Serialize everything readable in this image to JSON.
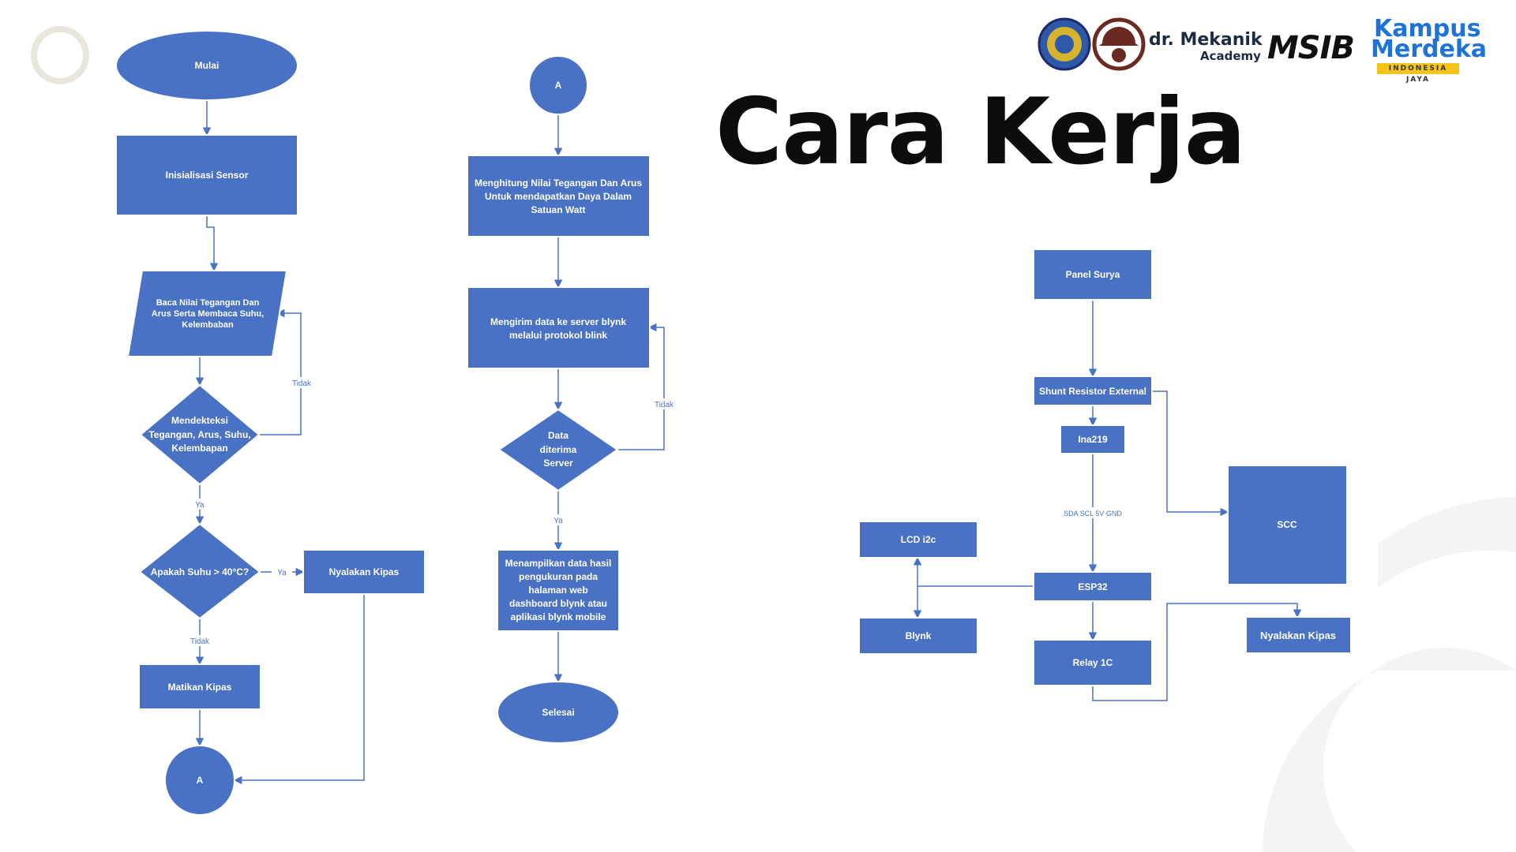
{
  "slide": {
    "title": "Cara Kerja"
  },
  "logos": {
    "dr_mekanik": "dr. Mekanik",
    "academy": "Academy",
    "msib": "MSIB",
    "kampus": "Kampus",
    "merdeka": "Merdeka",
    "indonesia_jaya": "INDONESIA JAYA"
  },
  "colors": {
    "shape_fill": "#4a72c4",
    "shape_stroke": "#ffffff",
    "connector": "#4a72c4",
    "label_text": "#ffffff",
    "edge_label": "#4a72c4",
    "deco_ring": "#e9e6db",
    "deco_arc": "#f2f2f2"
  },
  "flowchart_left": {
    "start": "Mulai",
    "init": "Inisialisasi Sensor",
    "read": [
      "Baca Nilai Tegangan Dan",
      "Arus Serta Membaca Suhu,",
      "Kelembaban"
    ],
    "detect": [
      "Mendekteksi",
      "Tegangan, Arus, Suhu,",
      "Kelembapan"
    ],
    "temp_check": "Apakah Suhu > 40°C?",
    "fan_on": "Nyalakan Kipas",
    "fan_off": "Matikan Kipas",
    "connector": "A",
    "label_no_detect": "Tidak",
    "label_yes_detect": "Ya",
    "label_yes_temp": "Ya",
    "label_no_temp": "Tidak"
  },
  "flowchart_middle": {
    "connector": "A",
    "compute": [
      "Menghitung Nilai Tegangan Dan Arus",
      "Untuk mendapatkan Daya Dalam",
      "Satuan Watt"
    ],
    "send": [
      "Mengirim data ke server blynk",
      "melalui protokol blink"
    ],
    "received": [
      "Data",
      "diterima",
      "Server"
    ],
    "display": [
      "Menampilkan data hasil",
      "pengukuran pada",
      "halaman web",
      "dashboard blynk atau",
      "aplikasi blynk mobile"
    ],
    "end": "Selesai",
    "label_no": "Tidak",
    "label_yes": "Ya"
  },
  "block_diagram": {
    "panel": "Panel Surya",
    "shunt": "Shunt Resistor External",
    "ina": "Ina219",
    "bus_label": "SDA SCL 5V GND",
    "scc": "SCC",
    "lcd": "LCD i2c",
    "esp": "ESP32",
    "blynk": "Blynk",
    "relay": "Relay 1C",
    "fan": "Nyalakan Kipas"
  }
}
